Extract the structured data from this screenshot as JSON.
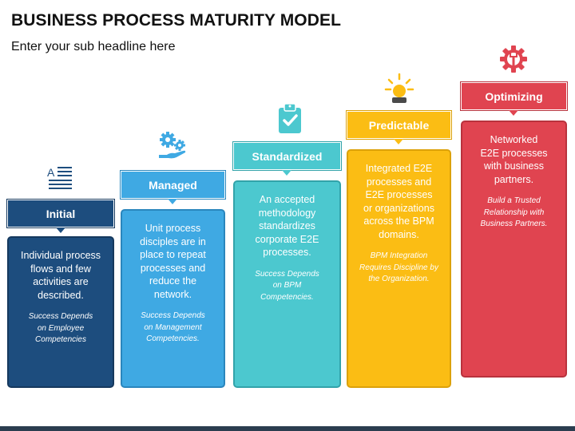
{
  "header": {
    "title": "BUSINESS PROCESS MATURITY MODEL",
    "subtitle": "Enter your sub headline here"
  },
  "stages": [
    {
      "label": "Initial",
      "description": "Individual process flows and few activities are described.",
      "note": "Success Depends on Employee Competencies",
      "icon": "text-align-icon",
      "color": "#1d4d7e",
      "border": "#16395e"
    },
    {
      "label": "Managed",
      "description": "Unit process disciples are in place to repeat processes and reduce the network.",
      "note": "Success Depends on Management Competencies.",
      "icon": "gears-hand-icon",
      "color": "#3fa9e3",
      "border": "#2a86bd"
    },
    {
      "label": "Standardized",
      "description": "An accepted methodology standardizes corporate E2E processes.",
      "note": "Success Depends on BPM Competencies.",
      "icon": "clipboard-check-icon",
      "color": "#4cc8cf",
      "border": "#32a3aa"
    },
    {
      "label": "Predictable",
      "description": "Integrated E2E processes and E2E processes or organizations across the BPM domains.",
      "note": "BPM Integration Requires Discipline by the Organization.",
      "icon": "sun-idea-icon",
      "color": "#fbbd14",
      "border": "#dca10a"
    },
    {
      "label": "Optimizing",
      "description": "Networked E2E processes with business partners.",
      "note": "Build a Trusted Relationship with Business Partners.",
      "icon": "gear-wrench-icon",
      "color": "#e04450",
      "border": "#b9323d"
    }
  ]
}
